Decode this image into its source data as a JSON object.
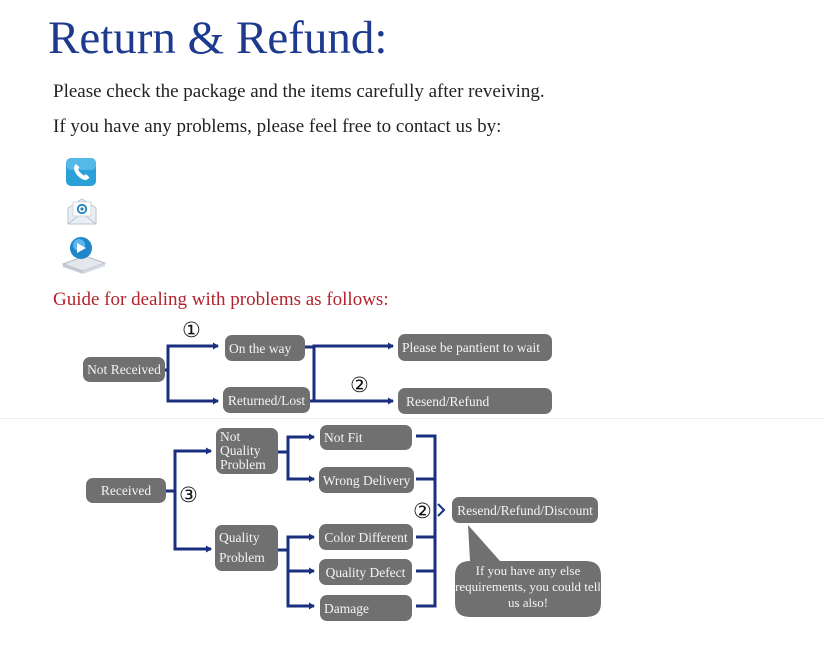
{
  "title": "Return & Refund:",
  "intro": {
    "line1": "Please check the package and the items carefully after reveiving.",
    "line2": "If you have any problems, please feel free to contact us by:"
  },
  "contact_icons": [
    "phone-icon",
    "email-icon",
    "message-icon"
  ],
  "guide_heading": "Guide for dealing with problems as follows:",
  "colors": {
    "title": "#1d3a8f",
    "guide": "#b3232d",
    "box": "#707070",
    "arrow": "#1a2f7d"
  },
  "flow": {
    "not_received": {
      "label": "Not Received",
      "step": "①",
      "on_the_way": "On the way",
      "returned_lost": "Returned/Lost",
      "step2": "②",
      "wait": "Please be pantient to wait",
      "resend_refund": "Resend/Refund"
    },
    "received": {
      "label": "Received",
      "step": "③",
      "not_quality_problem": "Not Quality Problem",
      "nq_lines": [
        "Not",
        "Quality",
        "Problem"
      ],
      "quality_problem": "Quality Problem",
      "q_lines": [
        "Quality",
        "Problem"
      ],
      "not_fit": "Not Fit",
      "wrong_delivery": "Wrong Delivery",
      "color_different": "Color Different",
      "quality_defect": "Quality Defect",
      "damage": "Damage",
      "step2": "②",
      "resolution": "Resend/Refund/Discount",
      "bubble": "If you have any else requirements, you could tell us also!"
    }
  }
}
